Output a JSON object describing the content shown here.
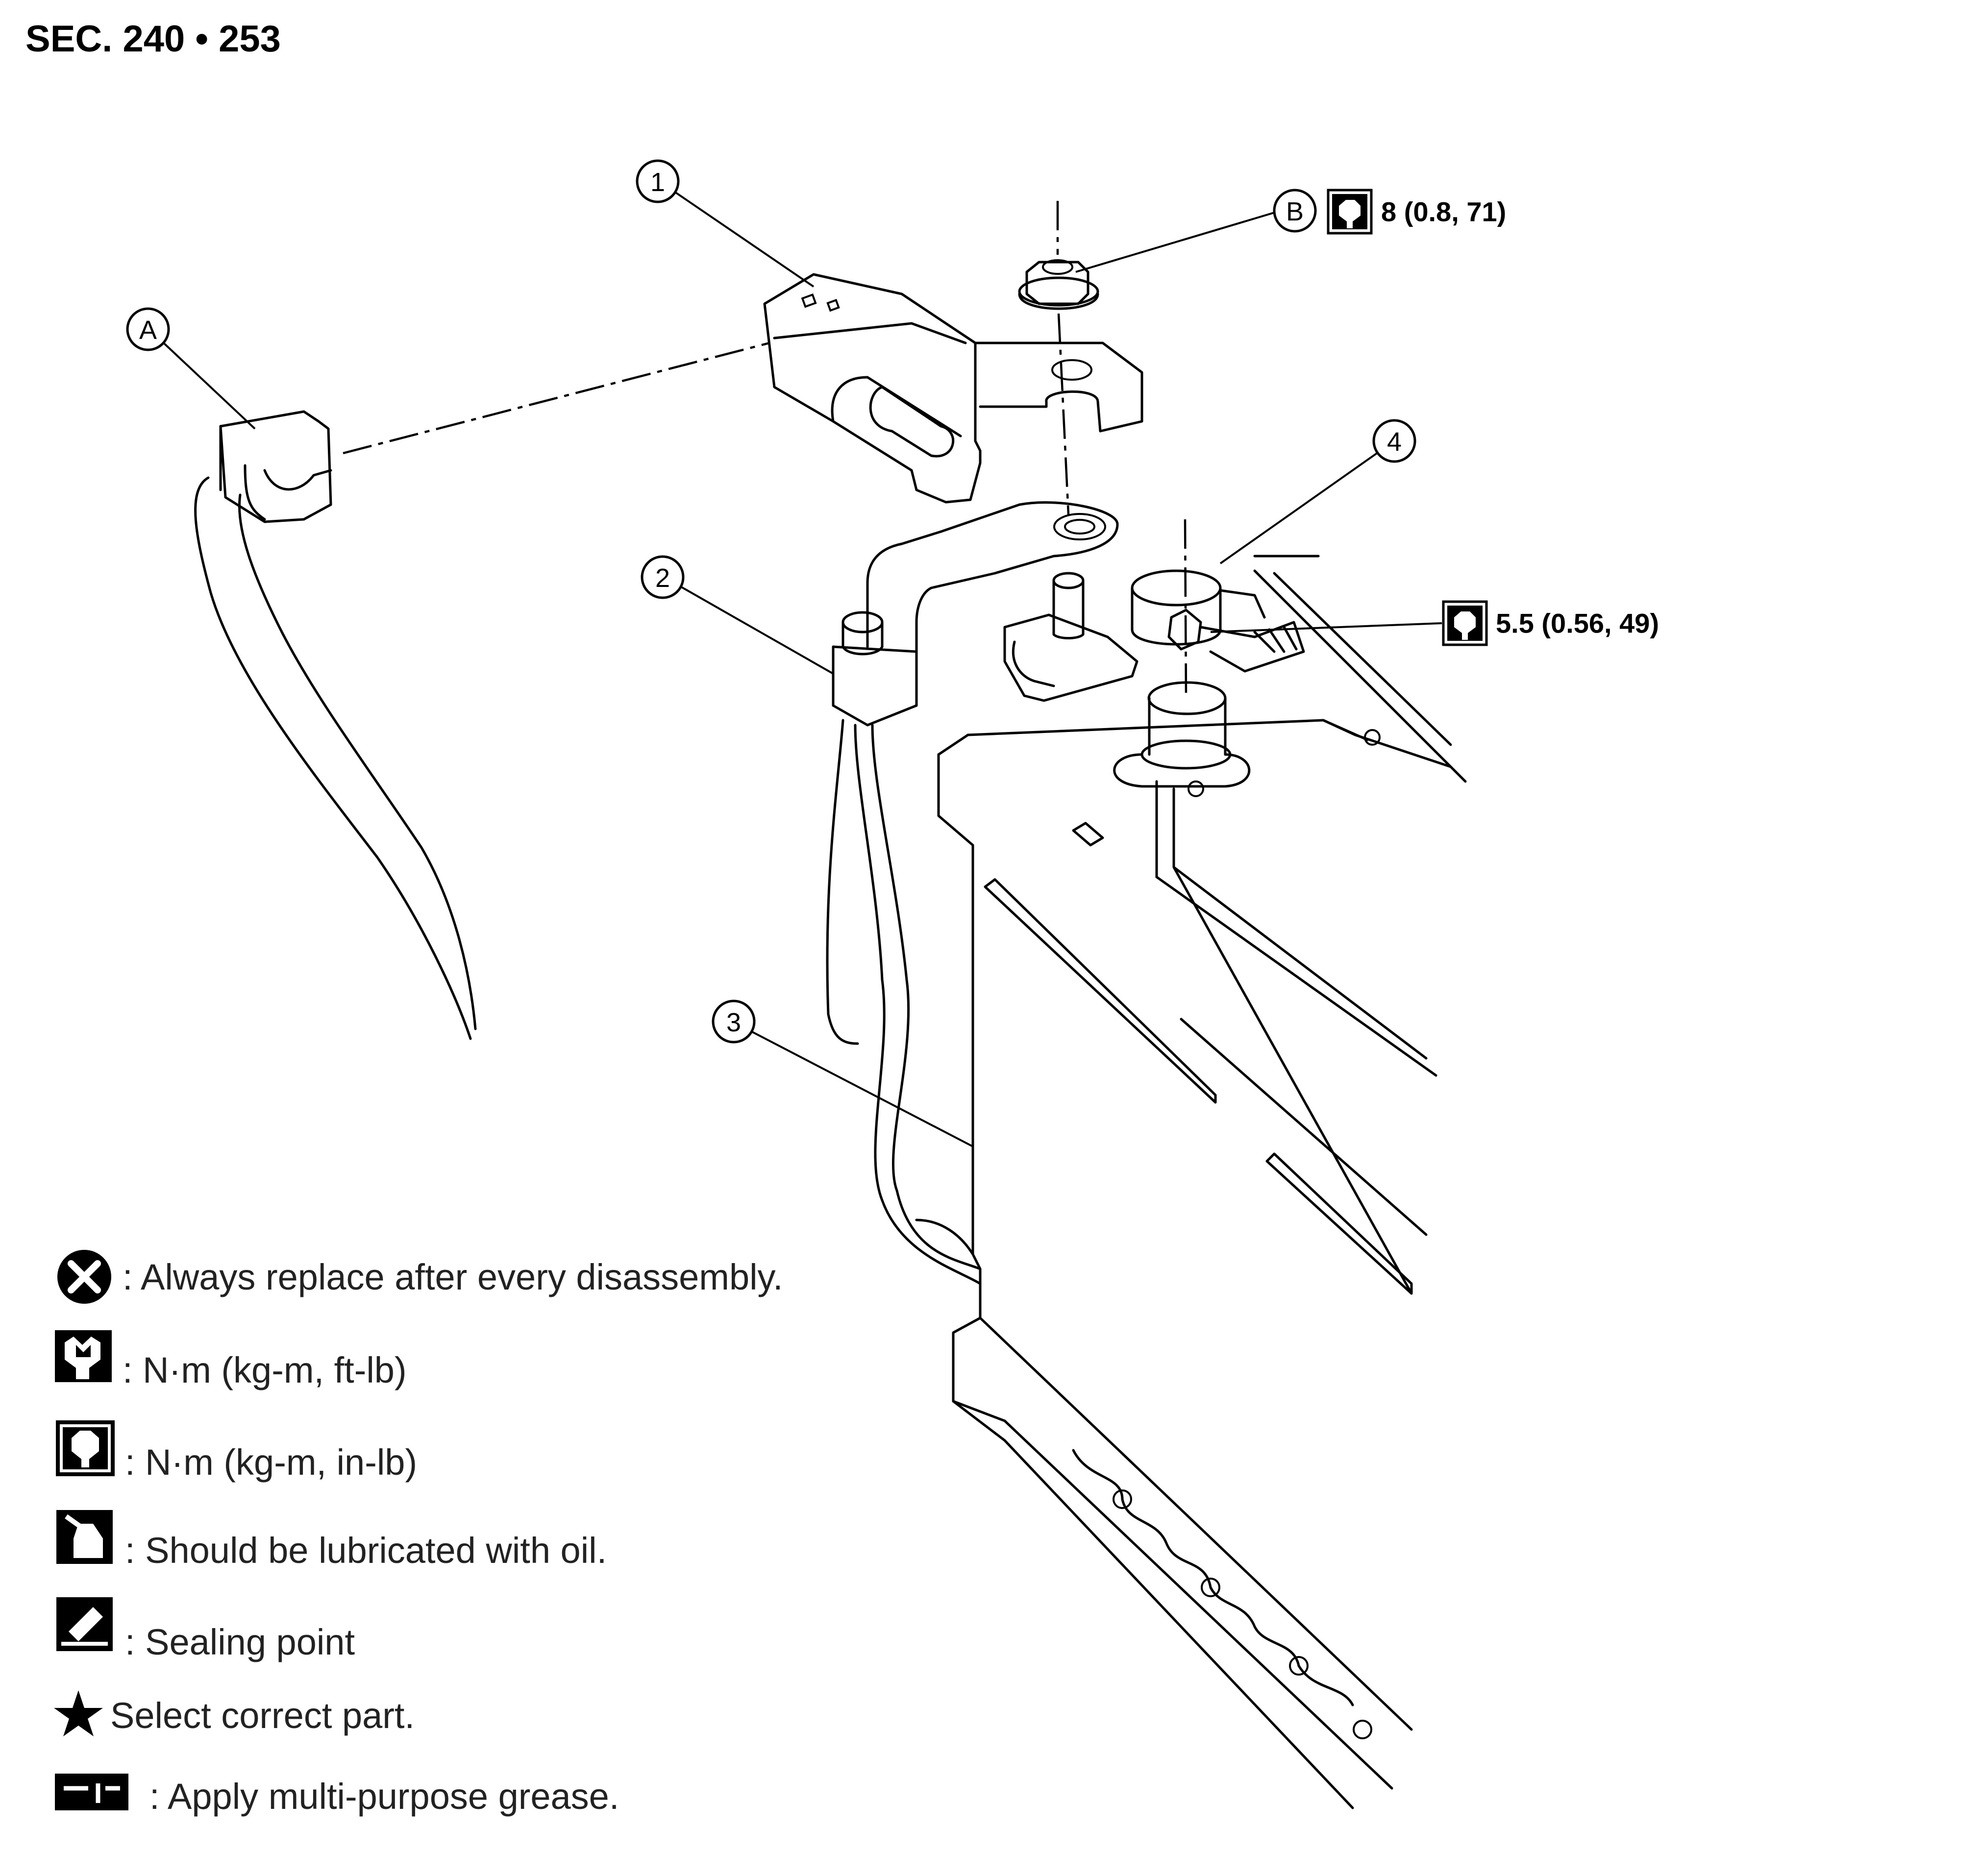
{
  "header": {
    "section_code": "SEC. 240 • 253"
  },
  "callouts": {
    "part_1": "1",
    "part_2": "2",
    "part_3": "3",
    "part_4": "4",
    "point_a": "A",
    "point_b": "B"
  },
  "torque_specs": {
    "nut_b": "8 (0.8, 71)",
    "terminal_4": "5.5 (0.56, 49)"
  },
  "legend": [
    {
      "icon": "replace-x-icon",
      "text": ": Always replace after every disassembly."
    },
    {
      "icon": "torque-ftlb-icon",
      "text": ": N·m (kg-m, ft-lb)"
    },
    {
      "icon": "torque-inlb-icon",
      "text": ": N·m (kg-m, in-lb)"
    },
    {
      "icon": "oil-can-icon",
      "text": ": Should be lubricated with oil."
    },
    {
      "icon": "sealing-point-icon",
      "text": ": Sealing point"
    },
    {
      "icon": "star-icon",
      "text": "Select correct part."
    },
    {
      "icon": "grease-icon",
      "text": ": Apply multi-purpose grease."
    }
  ],
  "colors": {
    "ink": "#000000",
    "legend_text": "#222222",
    "background": "#ffffff"
  }
}
